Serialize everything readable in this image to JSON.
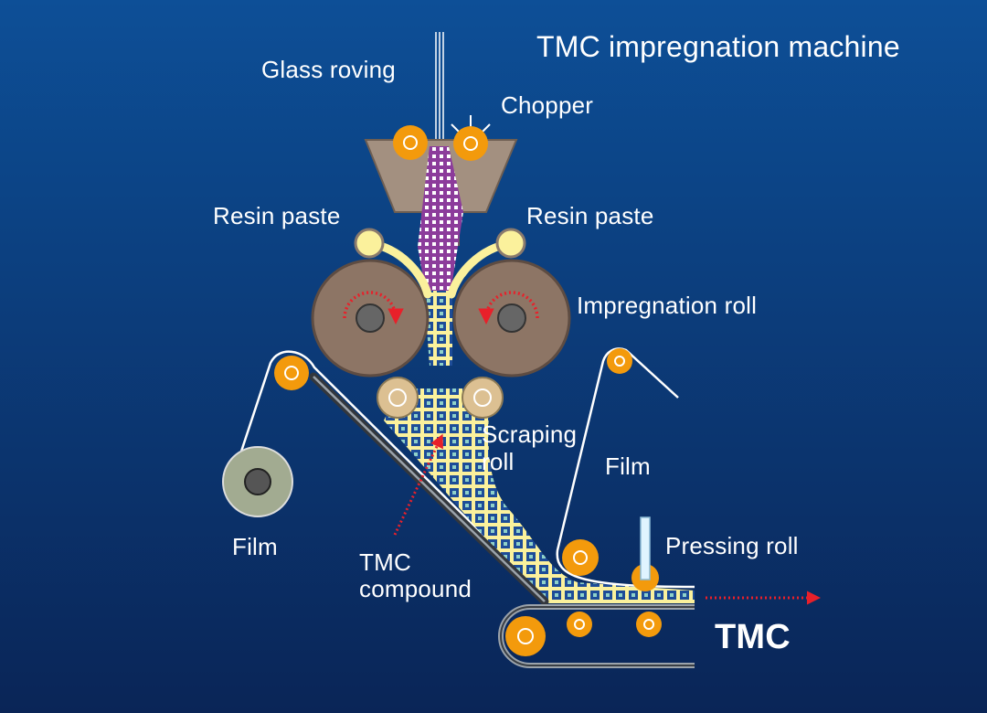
{
  "title": "TMC impregnation machine",
  "labels": {
    "glass_roving": "Glass roving",
    "chopper": "Chopper",
    "resin_paste_left": "Resin paste",
    "resin_paste_right": "Resin paste",
    "impregnation_roll": "Impregnation roll",
    "scraping_roll_line1": "Scraping",
    "scraping_roll_line2": "roll",
    "film_right": "Film",
    "film_left": "Film",
    "tmc_compound_line1": "TMC",
    "tmc_compound_line2": "compound",
    "pressing_roll": "Pressing roll",
    "tmc_output": "TMC"
  },
  "colors": {
    "background_top": "#0d4f97",
    "background_bottom": "#0a2557",
    "roller_orange": "#f39a0c",
    "hopper": "#a39080",
    "impregnation_roll": "#8d7565",
    "scraping_roll": "#dcc092",
    "resin_paste": "#fbf19c",
    "compound": "#1d4c98",
    "fiber_purple": "#8c3c9b",
    "arrow_red": "#e8202a",
    "film_reel": "#a2ab91"
  }
}
